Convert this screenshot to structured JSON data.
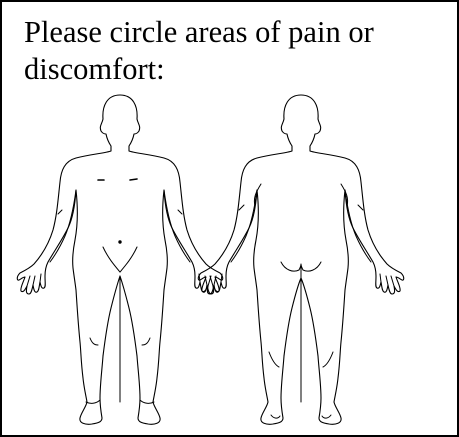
{
  "form": {
    "prompt": "Please circle areas of pain or discomfort:"
  },
  "colors": {
    "border": "#000000",
    "background": "#ffffff",
    "ink": "#000000"
  },
  "diagram": {
    "figures": [
      {
        "view": "front"
      },
      {
        "view": "back"
      }
    ]
  }
}
